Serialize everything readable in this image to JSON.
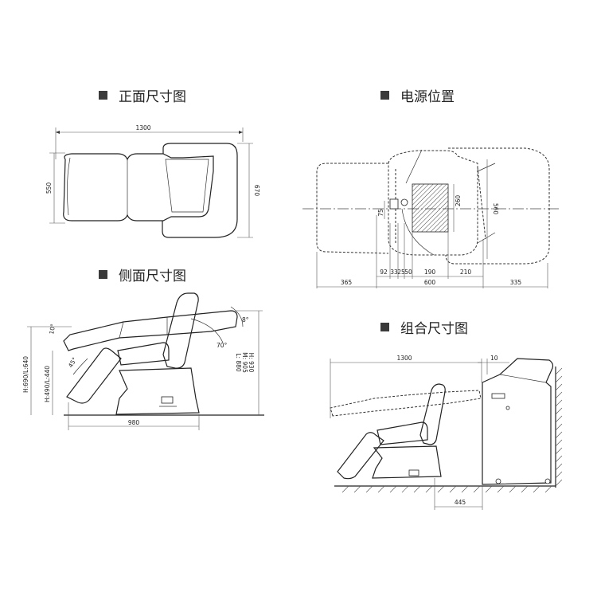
{
  "sections": {
    "front": {
      "title": "正面尺寸图"
    },
    "power": {
      "title": "电源位置"
    },
    "side": {
      "title": "侧面尺寸图"
    },
    "combo": {
      "title": "组合尺寸图"
    }
  },
  "front_dims": {
    "width": "1300",
    "height_left": "550",
    "height_right": "670"
  },
  "power_dims": {
    "top_row": [
      "92",
      "33",
      "25",
      "50",
      "190",
      "210"
    ],
    "bottom_row": [
      "365",
      "600",
      "335"
    ],
    "box_height": "260",
    "overall_height": "560",
    "offset": "75"
  },
  "side_dims": {
    "length": "980",
    "h_high": "H:690/L:640",
    "h_low": "H:490/L:440",
    "heights": "H: 930\nM: 905\nL: 880",
    "angle_back": "70°",
    "angle_head": "8°",
    "angle_leg": "45°",
    "angle_seat": "10°"
  },
  "combo_dims": {
    "length": "1300",
    "gap": "10",
    "depth": "445"
  }
}
